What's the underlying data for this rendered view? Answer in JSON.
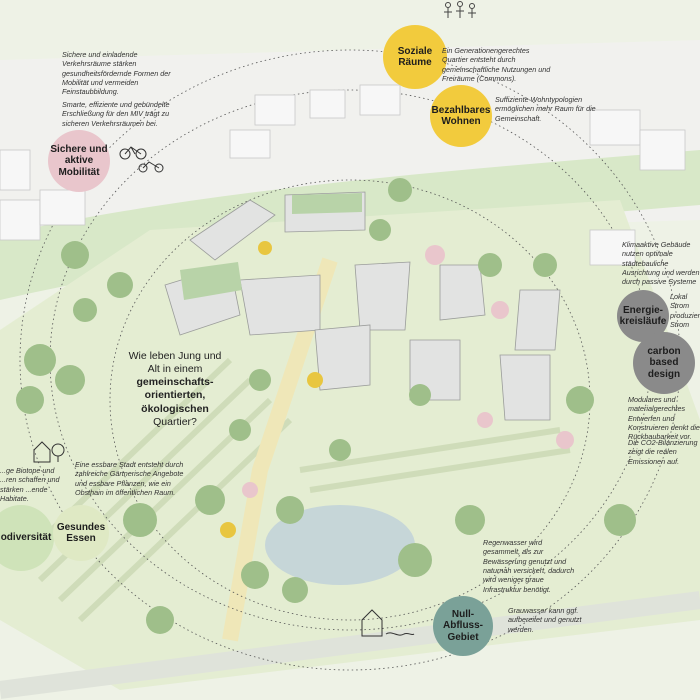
{
  "center_question": {
    "line1": "Wie leben Jung und",
    "line2": "Alt in einem",
    "bold1": "gemeinschafts-",
    "bold2": "orientierten,",
    "bold3": "ökologischen",
    "line3": "Quartier?"
  },
  "themes": {
    "soziale": "Soziale Räume",
    "wohnen": "Bezahlbares Wohnen",
    "mobilitaet": "Sichere und aktive Mobilität",
    "energie": "Energie-kreisläufe",
    "carbon": "carbon based design",
    "biodiv": "Biodiversität",
    "essen": "Gesundes Essen",
    "abfluss": "Null-Abfluss-Gebiet"
  },
  "notes": {
    "mobil1": "Sichere und einladende Verkehrsräume stärken gesundheitsfördernde Formen der Mobilität und vermeiden Feinstaubbildung.",
    "mobil2": "Smarte, effiziente und gebündelte Erschließung für den MIV trägt zu sicheren Verkehrsräumen bei.",
    "sozial": "Ein Generationengerechtes Quartier entsteht durch gemeinschaftliche Nutzungen und Freiräume (Commons).",
    "wohnen": "Suffiziente Wohntypologien ermöglichen mehr Raum für die Gemeinschaft.",
    "klima": "Klimaaktive Gebäude nutzen optimale städtebauliche Ausrichtung und werden durch passive Systeme im Winter warm gehalten und im Sommer belüftet.",
    "energie": "Lokal Strom produziert, Strom selbst, Betriebs...",
    "carbon1": "Modulares und materialgerechtes Entwerfen und Konstruieren denkt die Rückbaubarkeit vor.",
    "carbon2": "Die CO2-Bilanzierung zeigt die realen Emissionen auf.",
    "essen": "Eine essbare Stadt entsteht durch zahlreiche Gärtnerische Angebote und essbare Pflanzen, wie ein Obsthain im öffentlichen Raum.",
    "biodiv": "...ge Biotope und ...ren schaffen und stärken ...ende Habitate.",
    "regen": "Regenwasser wird gesammelt, als zur Bewässerung genutzt und naturnah versickert, dadurch wird weniger graue Infrastruktur benötigt.",
    "grau": "Grauwasser kann ggf. aufbereitet und genutzt werden."
  },
  "colors": {
    "yellow": "#f2cb3d",
    "pink": "#e9c6cc",
    "grey": "#8a8a8a",
    "teal": "#7aa198",
    "green": "#cfe3b9",
    "lightgreen": "#dfe9c4"
  }
}
